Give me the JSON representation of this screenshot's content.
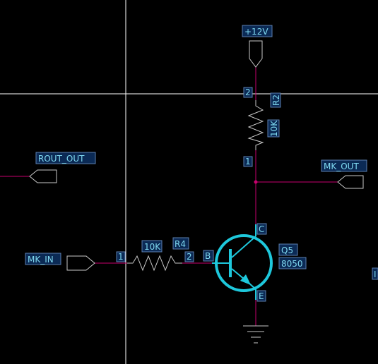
{
  "canvas": {
    "background": "#000000",
    "wire_color": "#c8006e",
    "symbol_color": "#c8c8c8",
    "label_color": "#7fd9f0",
    "label_bg": "#0b2a55",
    "highlight_color": "#1ec8dc",
    "crosshair_color": "#ffffff"
  },
  "ports": {
    "vcc": "+12V",
    "rout_out": "ROUT_OUT",
    "mk_out": "MK_OUT",
    "mk_in": "MK_IN"
  },
  "r2": {
    "ref": "R2",
    "value": "10K",
    "pin1": "1",
    "pin2": "2"
  },
  "r4": {
    "ref": "R4",
    "value": "10K",
    "pin1": "1",
    "pin2": "2"
  },
  "q5": {
    "ref": "Q5",
    "value": "8050",
    "pin_c": "C",
    "pin_b": "B",
    "pin_e": "E",
    "icons": [
      "npn-transistor-icon",
      "ground-icon",
      "resistor-icon",
      "port-arrow-icon"
    ]
  },
  "edge_mark": "I"
}
